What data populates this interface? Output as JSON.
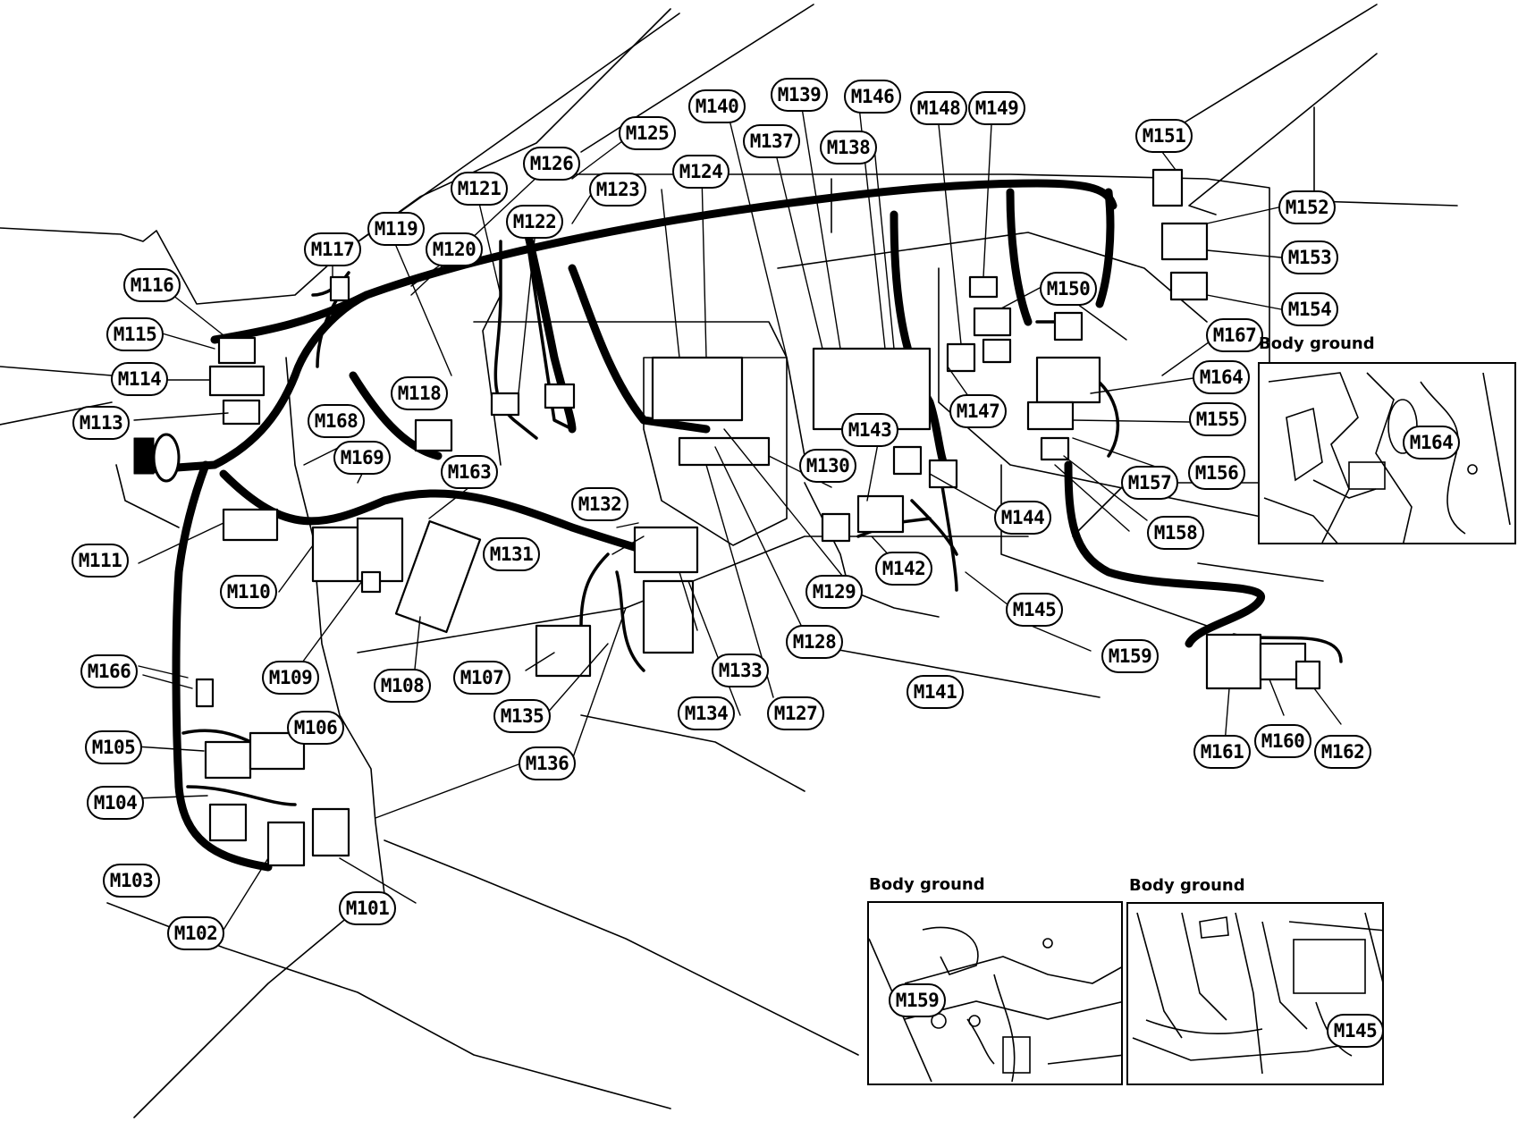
{
  "labels": [
    "M101",
    "M102",
    "M103",
    "M104",
    "M105",
    "M106",
    "M107",
    "M108",
    "M109",
    "M110",
    "M111",
    "M113",
    "M114",
    "M115",
    "M116",
    "M117",
    "M118",
    "M119",
    "M120",
    "M121",
    "M122",
    "M123",
    "M124",
    "M125",
    "M126",
    "M127",
    "M128",
    "M129",
    "M130",
    "M131",
    "M132",
    "M133",
    "M134",
    "M135",
    "M136",
    "M137",
    "M138",
    "M139",
    "M140",
    "M141",
    "M142",
    "M143",
    "M144",
    "M145",
    "M146",
    "M147",
    "M148",
    "M149",
    "M150",
    "M151",
    "M152",
    "M153",
    "M154",
    "M155",
    "M156",
    "M157",
    "M158",
    "M159",
    "M160",
    "M161",
    "M162",
    "M163",
    "M164",
    "M166",
    "M167",
    "M168",
    "M169"
  ],
  "insets": {
    "top_right": {
      "caption": "Body ground",
      "connector": "M164"
    },
    "bottom_left": {
      "caption": "Body ground",
      "connector": "M159"
    },
    "bottom_right": {
      "caption": "Body ground",
      "connector": "M145"
    }
  }
}
